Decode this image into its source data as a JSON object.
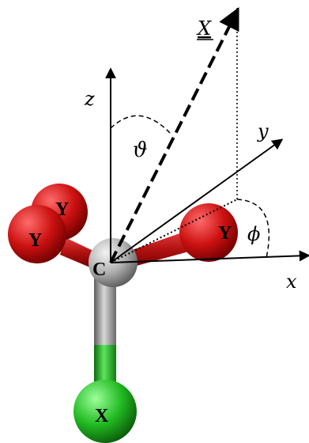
{
  "axes": {
    "x": "x",
    "y": "y",
    "z": "z"
  },
  "vector_label": "X",
  "angles": {
    "polar": "ϑ",
    "azimuthal": "ϕ"
  },
  "atoms": {
    "center": "C",
    "substituent_top_left": "Y",
    "substituent_left": "Y",
    "substituent_right": "Y",
    "bottom": "X"
  },
  "colors": {
    "y_atom": "#cc1111",
    "x_atom": "#22bb22",
    "carbon_atom": "#b0b0b0",
    "bond_gray": "#9a9a9a",
    "bond_green": "#22aa22"
  }
}
